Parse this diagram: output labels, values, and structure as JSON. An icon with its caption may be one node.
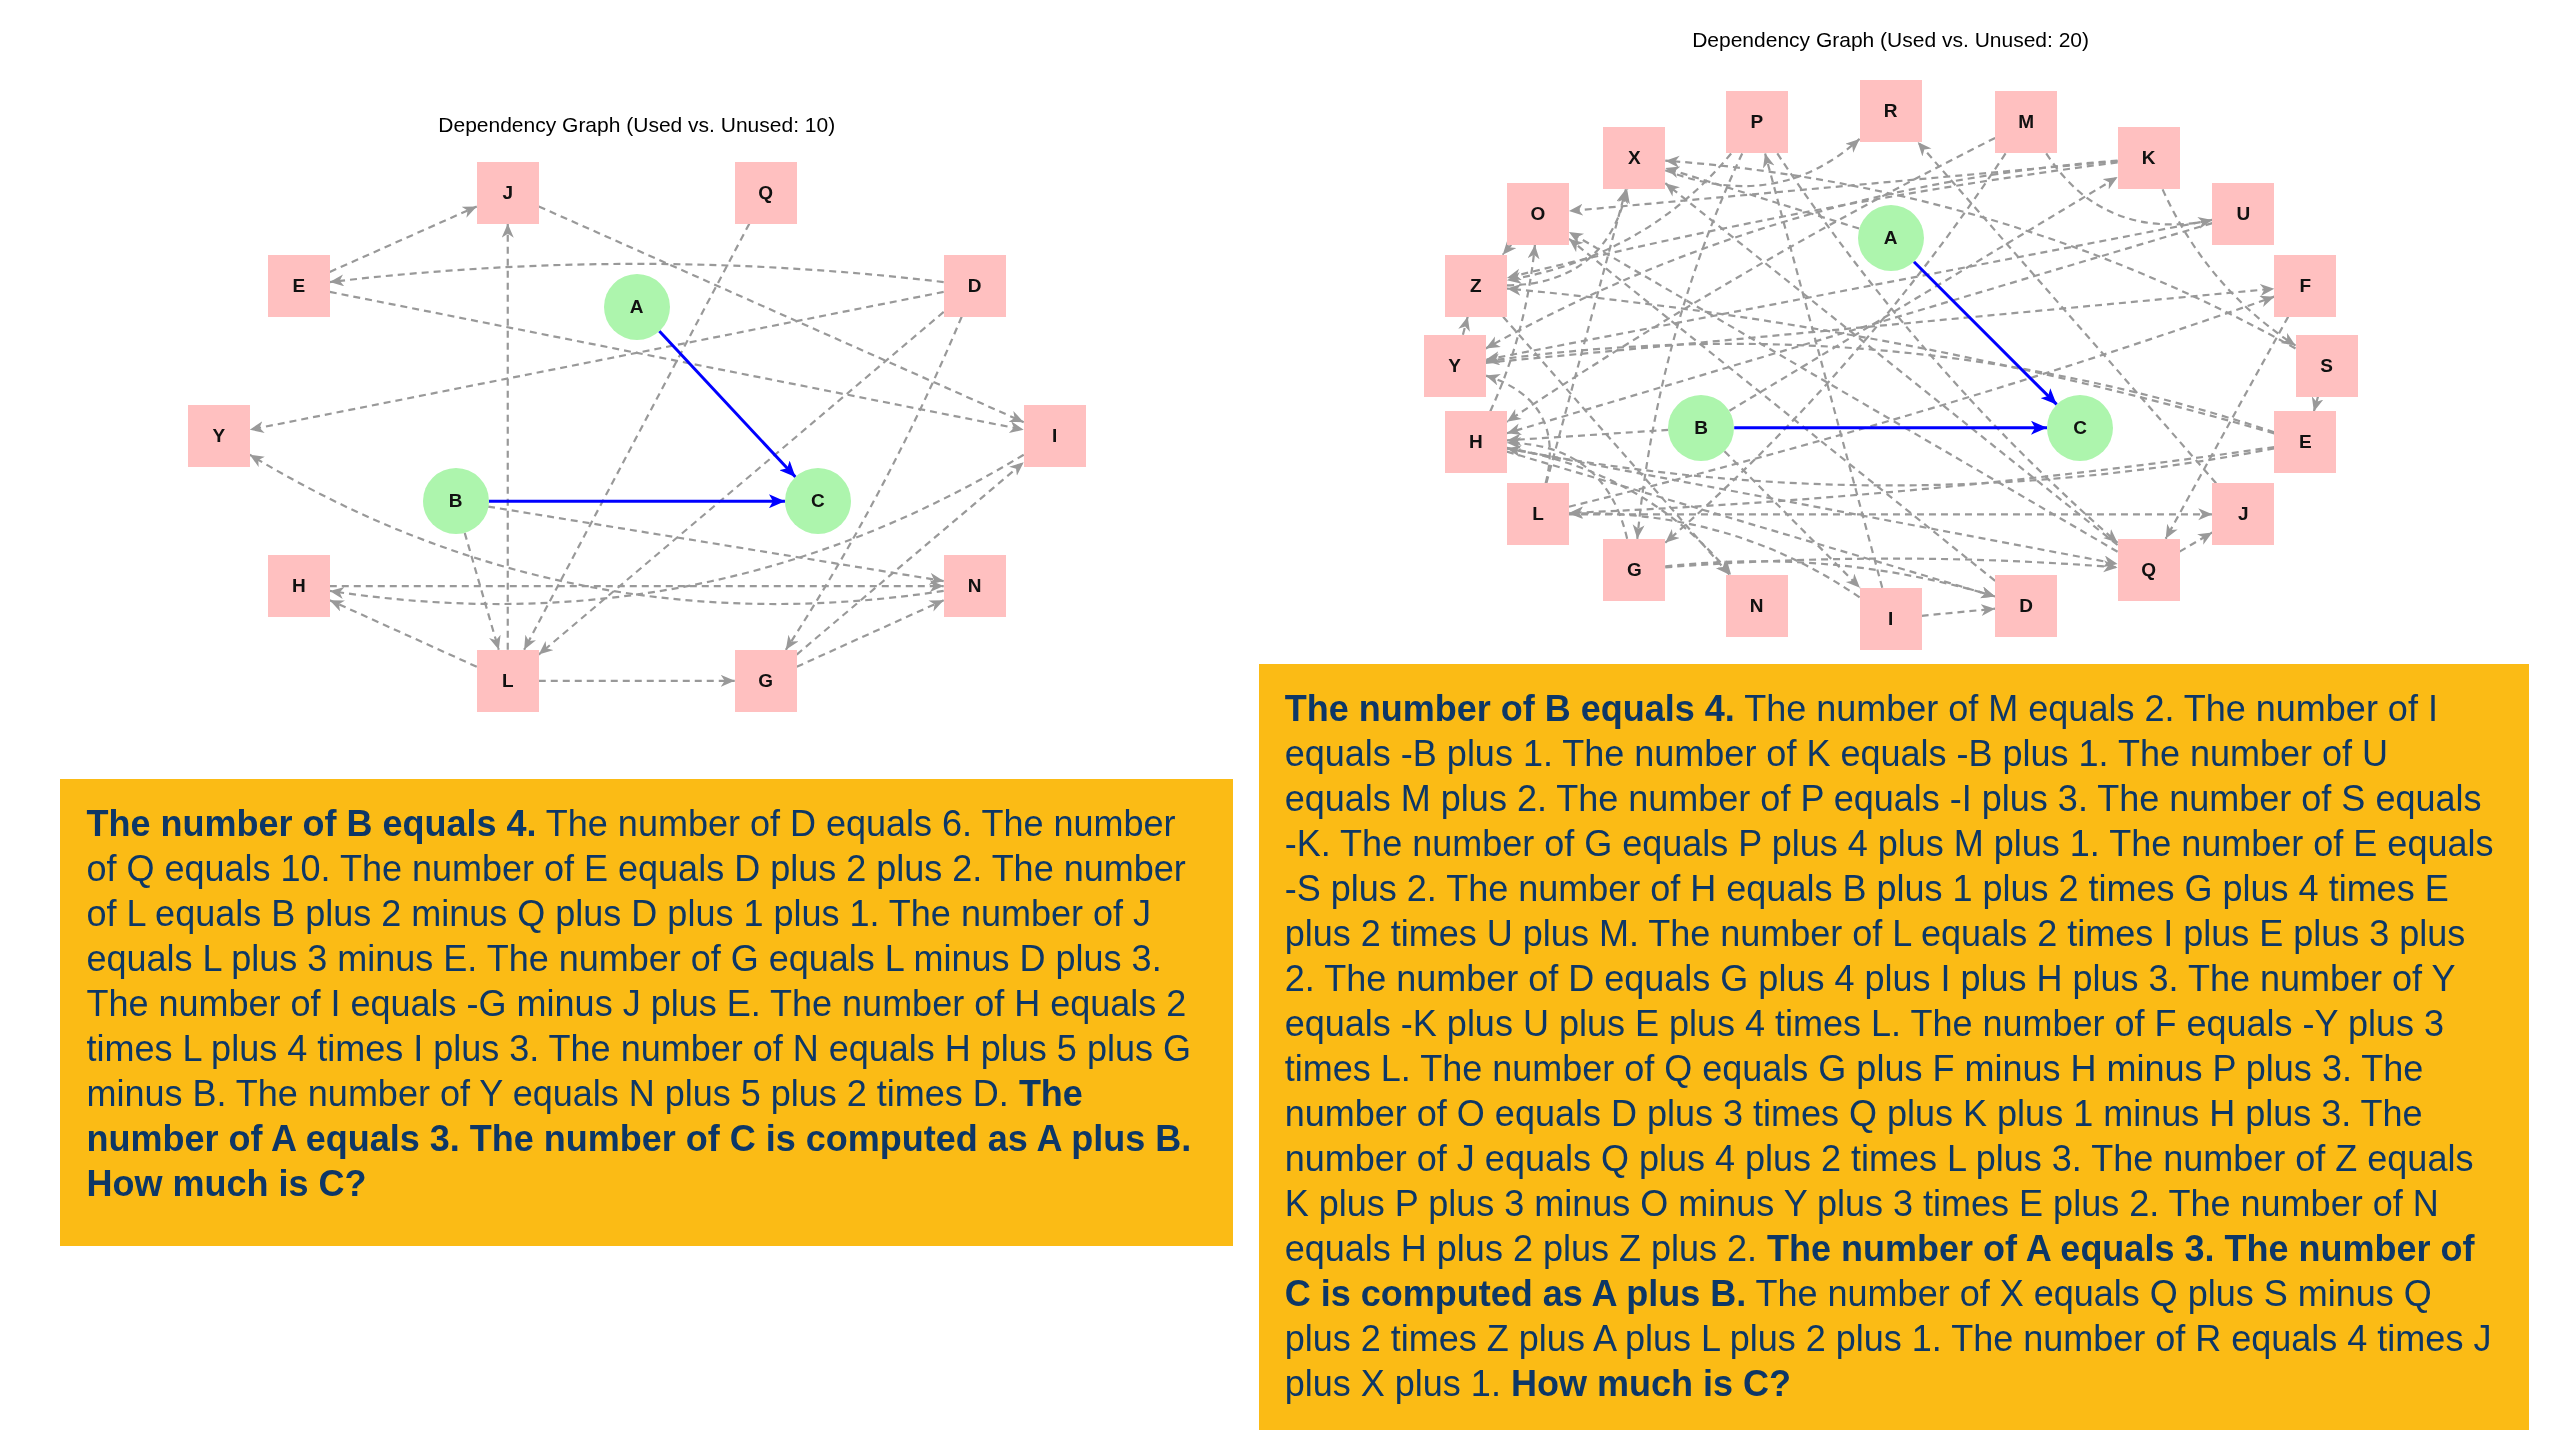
{
  "diagram": {
    "nodes": [
      {
        "text": [
          "J"
        ]
      },
      {
        "text": [
          "Q"
        ]
      },
      {
        "text": [
          "E"
        ]
      },
      {
        "text": [
          "A"
        ]
      },
      {
        "text": [
          "D"
        ]
      },
      {
        "text": [
          "Y"
        ]
      },
      {
        "text": [
          "I"
        ]
      },
      {
        "text": [
          "B"
        ]
      },
      {
        "text": [
          "C"
        ]
      },
      {
        "text": [
          "H"
        ]
      },
      {
        "text": [
          "N"
        ]
      },
      {
        "text": [
          "L"
        ]
      },
      {
        "text": [
          "G"
        ]
      },
      {
        "text": [
          "R"
        ]
      },
      {
        "text": [
          "P"
        ]
      },
      {
        "text": [
          "M"
        ]
      },
      {
        "text": [
          "X"
        ]
      },
      {
        "text": [
          "K"
        ]
      },
      {
        "text": [
          "O"
        ]
      },
      {
        "text": [
          "U"
        ]
      },
      {
        "text": [
          "A"
        ]
      },
      {
        "text": [
          "Z"
        ]
      },
      {
        "text": [
          "F"
        ]
      },
      {
        "text": [
          "Y"
        ]
      },
      {
        "text": [
          "S"
        ]
      },
      {
        "text": [
          "H"
        ]
      },
      {
        "text": [
          "B"
        ]
      },
      {
        "text": [
          "C"
        ]
      },
      {
        "text": [
          "E"
        ]
      },
      {
        "text": [
          "L"
        ]
      },
      {
        "text": [
          "J"
        ]
      },
      {
        "text": [
          "G"
        ]
      },
      {
        "text": [
          "Q"
        ]
      },
      {
        "text": [
          "N"
        ]
      },
      {
        "text": [
          "I"
        ]
      },
      {
        "text": [
          "D"
        ]
      },
      {
        "text": [
          "**The number of B equals 4.** The number of D equals 6. The number of Q equals 10. The number of E equals D plus 2 plus 2. The number of L equals B plus 2 minus Q plus D plus 1 plus 1. The number of J equals L plus 3 minus E. The number of G equals L minus D plus 3. The number of I equals -G minus J plus E. The number of H equals 2 times L plus 4 times I plus 3. The number of N equals H plus 5 plus G minus B. The number of Y equals N plus 5 plus 2 times D. **The number of A equals 3. The number of C is computed as A plus B. How much is C?**"
        ]
      },
      {
        "text": [
          "**The number of B equals 4.** The number of M equals 2. The number of I equals -B plus 1. The number of K equals -B plus 1. The number of U equals M plus 2. The number of P equals -I plus 3. The number of S equals -K. The number of G equals P plus 4 plus M plus 1. The number of E equals -S plus 2. The number of H equals B plus 1 plus 2 times G plus 4 times E plus 2 times U plus M. The number of L equals 2 times I plus E plus 3 plus 2. The number of D equals G plus 4 plus I plus H plus 3. The number of Y equals -K plus U plus E plus 4 times L. The number of F equals -Y plus 3 times L. The number of Q equals G plus F minus H minus P plus 3. The number of O equals D plus 3 times Q plus K plus 1 minus H plus 3. The number of J equals Q plus 4 plus 2 times L plus 3. The number of Z equals K plus P plus 3 minus O minus Y plus 3 times E plus 2. The number of N equals H plus 2 plus Z plus 2. **The number of A equals 3. The number of C is computed as A plus B.** The number of X equals Q plus S minus Q plus 2 times Z plus A plus L plus 2 plus 1. The number of R equals 4 times J plus X plus 1. **How much is C?**"
        ]
      }
    ],
    "edges": [
      {
        "from": 4,
        "to": 2,
        "arrow": "to",
        "style": "dashed"
      },
      {
        "from": 7,
        "to": 11,
        "arrow": "to",
        "style": "dashed"
      },
      {
        "from": 1,
        "to": 11,
        "arrow": "to",
        "style": "dashed"
      },
      {
        "from": 4,
        "to": 11,
        "arrow": "to",
        "style": "dashed"
      },
      {
        "from": 11,
        "to": 0,
        "arrow": "to",
        "style": "dashed"
      },
      {
        "from": 2,
        "to": 0,
        "arrow": "to",
        "style": "dashed"
      },
      {
        "from": 11,
        "to": 12,
        "arrow": "to",
        "style": "dashed"
      },
      {
        "from": 4,
        "to": 12,
        "arrow": "to",
        "style": "dashed"
      },
      {
        "from": 12,
        "to": 6,
        "arrow": "to",
        "style": "dashed"
      },
      {
        "from": 0,
        "to": 6,
        "arrow": "to",
        "style": "dashed"
      },
      {
        "from": 2,
        "to": 6,
        "arrow": "to",
        "style": "dashed"
      },
      {
        "from": 11,
        "to": 9,
        "arrow": "to",
        "style": "dashed"
      },
      {
        "from": 6,
        "to": 9,
        "arrow": "to",
        "style": "dashed"
      },
      {
        "from": 9,
        "to": 10,
        "arrow": "to",
        "style": "dashed"
      },
      {
        "from": 12,
        "to": 10,
        "arrow": "to",
        "style": "dashed"
      },
      {
        "from": 7,
        "to": 10,
        "arrow": "to",
        "style": "dashed"
      },
      {
        "from": 10,
        "to": 5,
        "arrow": "to",
        "style": "dashed"
      },
      {
        "from": 4,
        "to": 5,
        "arrow": "to",
        "style": "dashed"
      },
      {
        "from": 3,
        "to": 8,
        "arrow": "to",
        "color": "#0000ff"
      },
      {
        "from": 7,
        "to": 8,
        "arrow": "to",
        "color": "#0000ff"
      },
      {
        "from": 26,
        "to": 34,
        "arrow": "to",
        "style": "dashed"
      },
      {
        "from": 26,
        "to": 17,
        "arrow": "to",
        "style": "dashed"
      },
      {
        "from": 15,
        "to": 19,
        "arrow": "to",
        "style": "dashed"
      },
      {
        "from": 34,
        "to": 14,
        "arrow": "to",
        "style": "dashed"
      },
      {
        "from": 17,
        "to": 24,
        "arrow": "to",
        "style": "dashed"
      },
      {
        "from": 14,
        "to": 31,
        "arrow": "to",
        "style": "dashed"
      },
      {
        "from": 15,
        "to": 31,
        "arrow": "to",
        "style": "dashed"
      },
      {
        "from": 24,
        "to": 28,
        "arrow": "to",
        "style": "dashed"
      },
      {
        "from": 26,
        "to": 25,
        "arrow": "to",
        "style": "dashed"
      },
      {
        "from": 31,
        "to": 25,
        "arrow": "to",
        "style": "dashed"
      },
      {
        "from": 28,
        "to": 25,
        "arrow": "to",
        "style": "dashed"
      },
      {
        "from": 19,
        "to": 25,
        "arrow": "to",
        "style": "dashed"
      },
      {
        "from": 15,
        "to": 25,
        "arrow": "to",
        "style": "dashed"
      },
      {
        "from": 34,
        "to": 29,
        "arrow": "to",
        "style": "dashed"
      },
      {
        "from": 28,
        "to": 29,
        "arrow": "to",
        "style": "dashed"
      },
      {
        "from": 31,
        "to": 35,
        "arrow": "to",
        "style": "dashed"
      },
      {
        "from": 34,
        "to": 35,
        "arrow": "to",
        "style": "dashed"
      },
      {
        "from": 25,
        "to": 35,
        "arrow": "to",
        "style": "dashed"
      },
      {
        "from": 17,
        "to": 23,
        "arrow": "to",
        "style": "dashed"
      },
      {
        "from": 19,
        "to": 23,
        "arrow": "to",
        "style": "dashed"
      },
      {
        "from": 28,
        "to": 23,
        "arrow": "to",
        "style": "dashed"
      },
      {
        "from": 29,
        "to": 23,
        "arrow": "to",
        "style": "dashed"
      },
      {
        "from": 23,
        "to": 22,
        "arrow": "to",
        "style": "dashed"
      },
      {
        "from": 29,
        "to": 22,
        "arrow": "to",
        "style": "dashed"
      },
      {
        "from": 31,
        "to": 32,
        "arrow": "to",
        "style": "dashed"
      },
      {
        "from": 22,
        "to": 32,
        "arrow": "to",
        "style": "dashed"
      },
      {
        "from": 25,
        "to": 32,
        "arrow": "to",
        "style": "dashed"
      },
      {
        "from": 14,
        "to": 32,
        "arrow": "to",
        "style": "dashed"
      },
      {
        "from": 35,
        "to": 18,
        "arrow": "to",
        "style": "dashed"
      },
      {
        "from": 32,
        "to": 18,
        "arrow": "to",
        "style": "dashed"
      },
      {
        "from": 17,
        "to": 18,
        "arrow": "to",
        "style": "dashed"
      },
      {
        "from": 25,
        "to": 18,
        "arrow": "to",
        "style": "dashed"
      },
      {
        "from": 32,
        "to": 30,
        "arrow": "to",
        "style": "dashed"
      },
      {
        "from": 29,
        "to": 30,
        "arrow": "to",
        "style": "dashed"
      },
      {
        "from": 17,
        "to": 21,
        "arrow": "to",
        "style": "dashed"
      },
      {
        "from": 14,
        "to": 21,
        "arrow": "to",
        "style": "dashed"
      },
      {
        "from": 18,
        "to": 21,
        "arrow": "to",
        "style": "dashed"
      },
      {
        "from": 23,
        "to": 21,
        "arrow": "to",
        "style": "dashed"
      },
      {
        "from": 28,
        "to": 21,
        "arrow": "to",
        "style": "dashed"
      },
      {
        "from": 25,
        "to": 33,
        "arrow": "to",
        "style": "dashed"
      },
      {
        "from": 21,
        "to": 33,
        "arrow": "to",
        "style": "dashed"
      },
      {
        "from": 32,
        "to": 16,
        "arrow": "to",
        "style": "dashed"
      },
      {
        "from": 24,
        "to": 16,
        "arrow": "to",
        "style": "dashed"
      },
      {
        "from": 21,
        "to": 16,
        "arrow": "to",
        "style": "dashed"
      },
      {
        "from": 20,
        "to": 16,
        "arrow": "to",
        "style": "dashed"
      },
      {
        "from": 29,
        "to": 16,
        "arrow": "to",
        "style": "dashed"
      },
      {
        "from": 30,
        "to": 13,
        "arrow": "to",
        "style": "dashed"
      },
      {
        "from": 16,
        "to": 13,
        "arrow": "to",
        "style": "dashed"
      },
      {
        "from": 20,
        "to": 27,
        "arrow": "to",
        "color": "#0000ff"
      },
      {
        "from": 26,
        "to": 27,
        "arrow": "to",
        "color": "#0000ff"
      }
    ],
    "labels": [
      "Dependency Graph (Used vs. Unused: 10)",
      "Dependency Graph (Used vs. Unused: 20)"
    ]
  }
}
